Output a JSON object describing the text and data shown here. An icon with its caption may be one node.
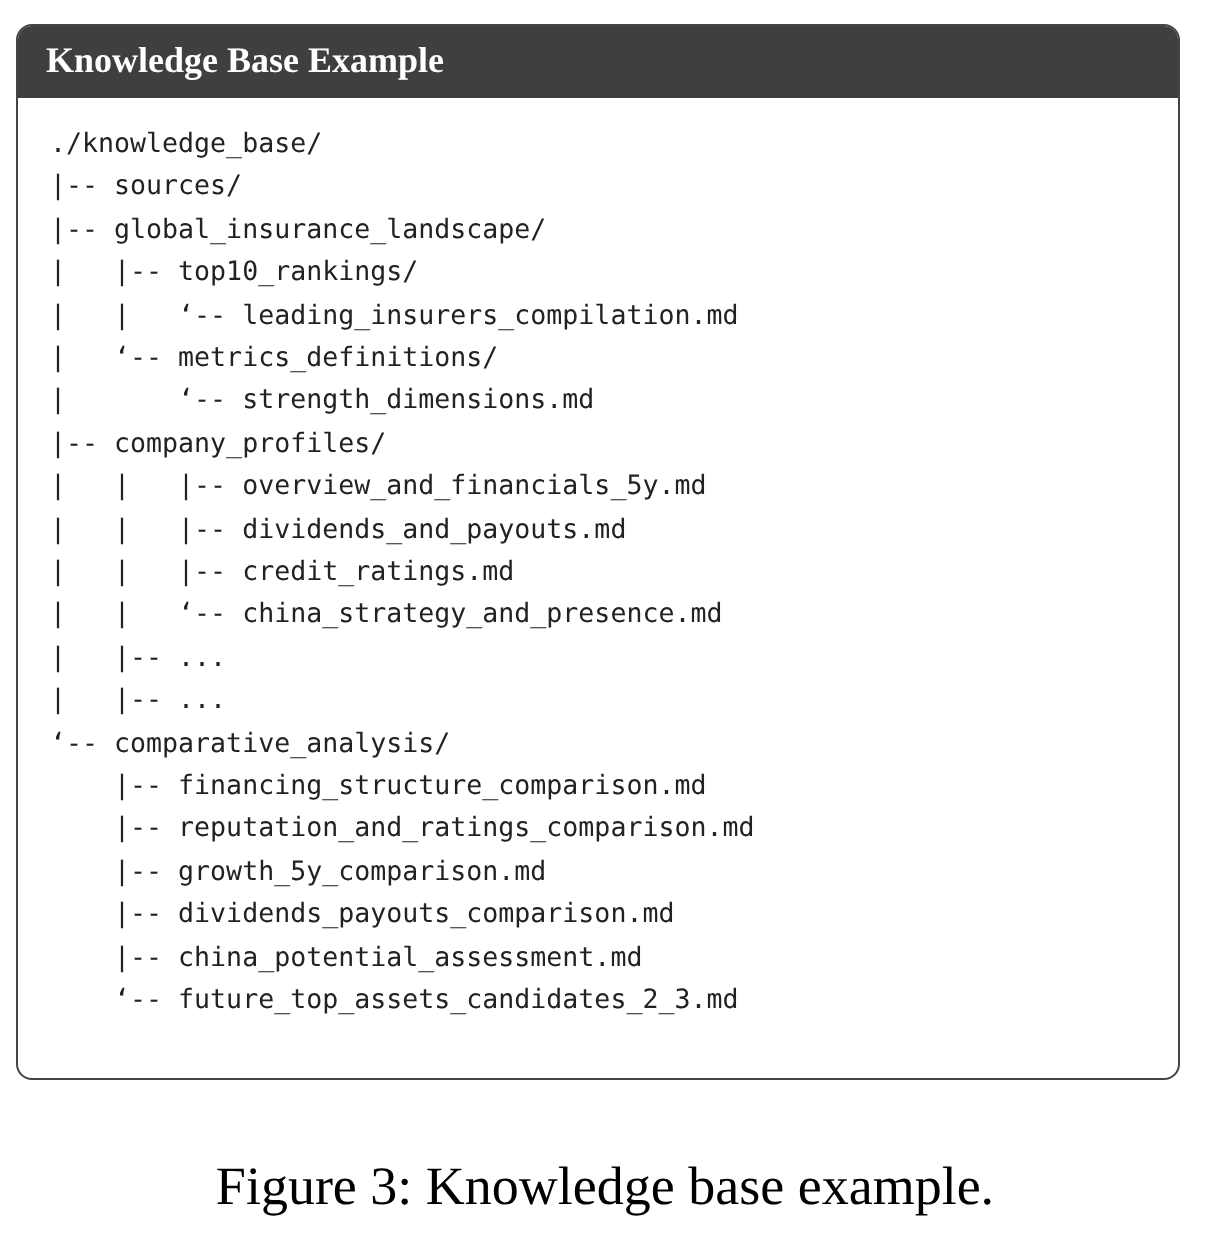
{
  "diagram": {
    "caption": "Figure 3: Knowledge base example.",
    "nodes": [
      {
        "text": [
          "Knowledge Base Example"
        ]
      }
    ],
    "labels": [
      "./knowledge_base/",
      "|-- sources/",
      "|-- global_insurance_landscape/",
      "|   |-- top10_rankings/",
      "|   |   ‘-- leading_insurers_compilation.md",
      "|   ‘-- metrics_definitions/",
      "|       ‘-- strength_dimensions.md",
      "|-- company_profiles/",
      "|   |   |-- overview_and_financials_5y.md",
      "|   |   |-- dividends_and_payouts.md",
      "|   |   |-- credit_ratings.md",
      "|   |   ‘-- china_strategy_and_presence.md",
      "|   |-- ...",
      "|   |-- ...",
      "‘-- comparative_analysis/",
      "    |-- financing_structure_comparison.md",
      "    |-- reputation_and_ratings_comparison.md",
      "    |-- growth_5y_comparison.md",
      "    |-- dividends_payouts_comparison.md",
      "    |-- china_potential_assessment.md",
      "    ‘-- future_top_assets_candidates_2_3.md"
    ]
  }
}
